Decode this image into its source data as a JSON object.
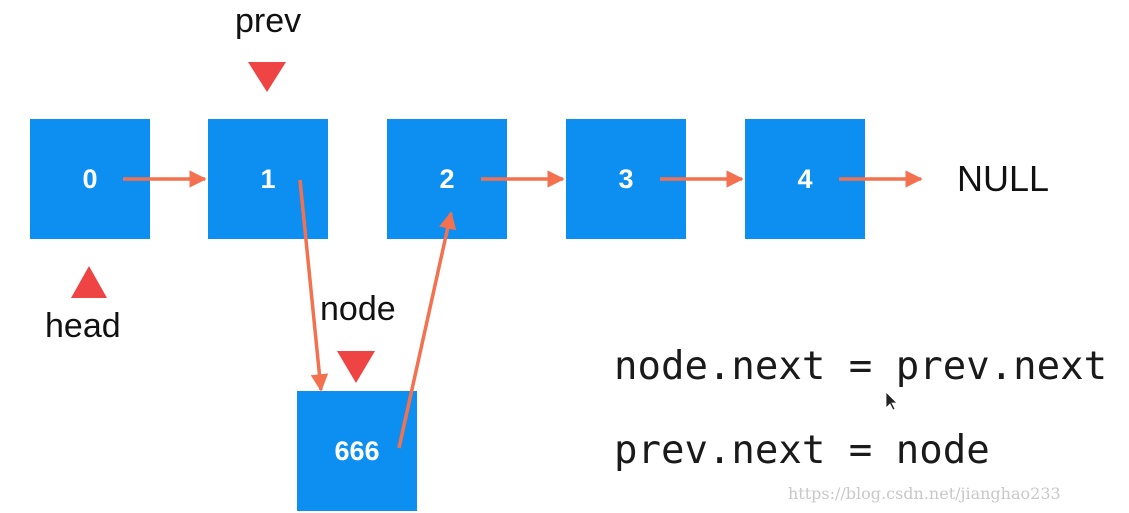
{
  "nodes": {
    "n0": "0",
    "n1": "1",
    "n2": "2",
    "n3": "3",
    "n4": "4",
    "new_node": "666"
  },
  "labels": {
    "prev": "prev",
    "head": "head",
    "node": "node",
    "null": "NULL"
  },
  "code": {
    "line1": "node.next = prev.next",
    "line2": "prev.next = node"
  },
  "watermark": "https://blog.csdn.net/jianghao233",
  "colors": {
    "node_fill": "#0d8ff2",
    "arrow": "#f4714f",
    "pointer_marker": "#ef4444"
  }
}
